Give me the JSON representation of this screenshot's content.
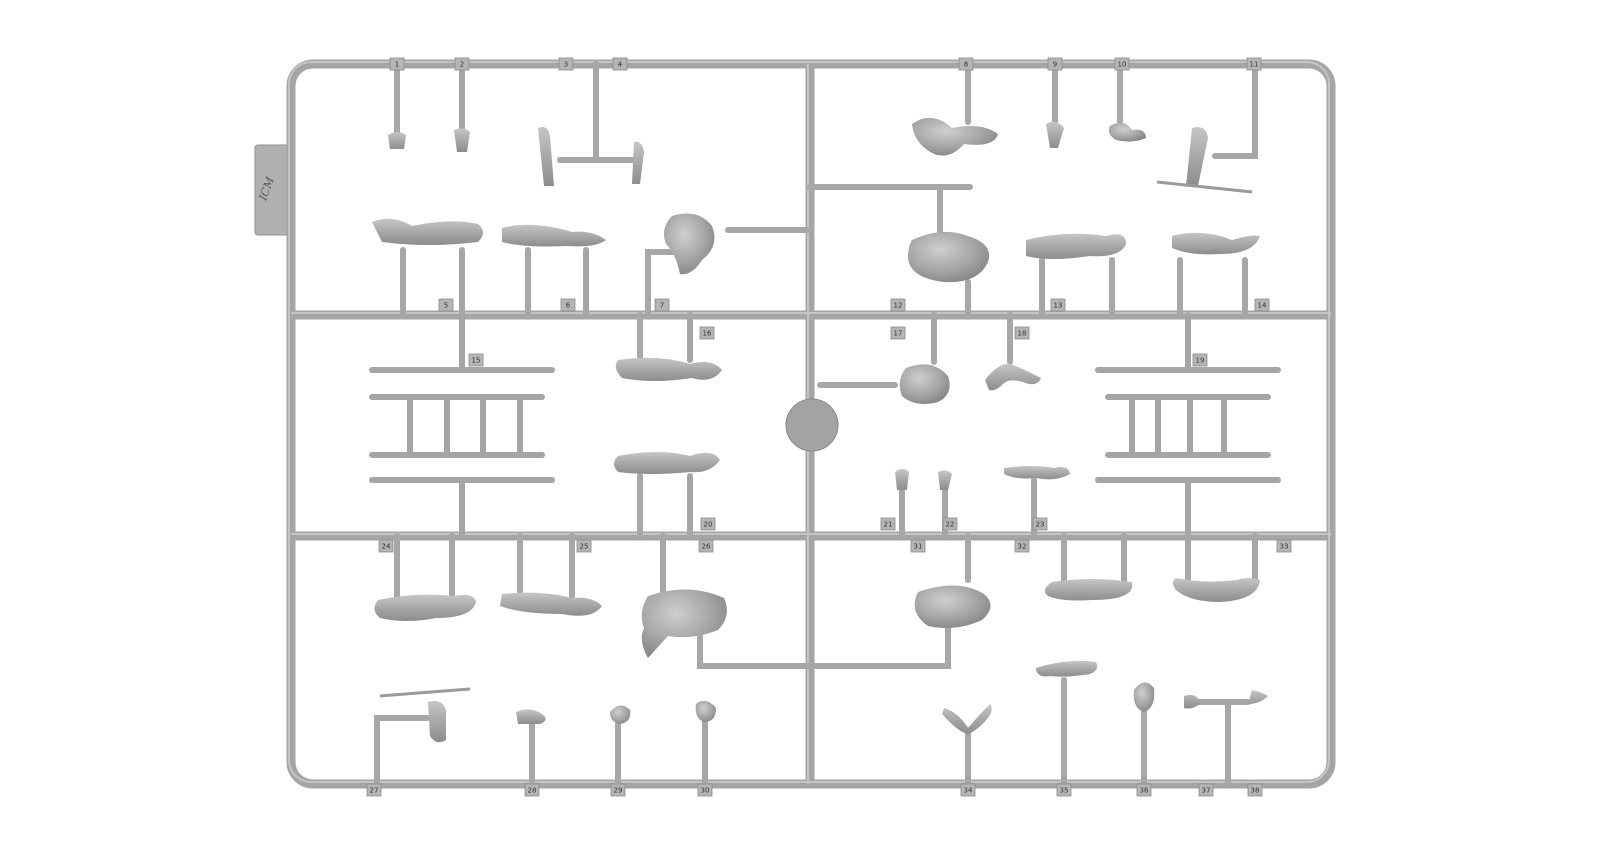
{
  "scene": {
    "subject": "plastic-model-sprue",
    "colors": {
      "background": "#ffffff",
      "plastic": "#a9a9a9",
      "plastic_light": "#bdbdbd",
      "plastic_dark": "#8a8a8a",
      "tag_fill": "#b5b5b5"
    },
    "brand_logo": "ICM",
    "part_numbers": [
      "1",
      "2",
      "3",
      "4",
      "5",
      "6",
      "7",
      "8",
      "9",
      "10",
      "11",
      "12",
      "13",
      "14",
      "15",
      "16",
      "17",
      "18",
      "19",
      "20",
      "21",
      "22",
      "23",
      "24",
      "25",
      "26",
      "27",
      "28",
      "29",
      "30",
      "31",
      "32",
      "33",
      "34",
      "35",
      "36",
      "37",
      "38"
    ]
  }
}
